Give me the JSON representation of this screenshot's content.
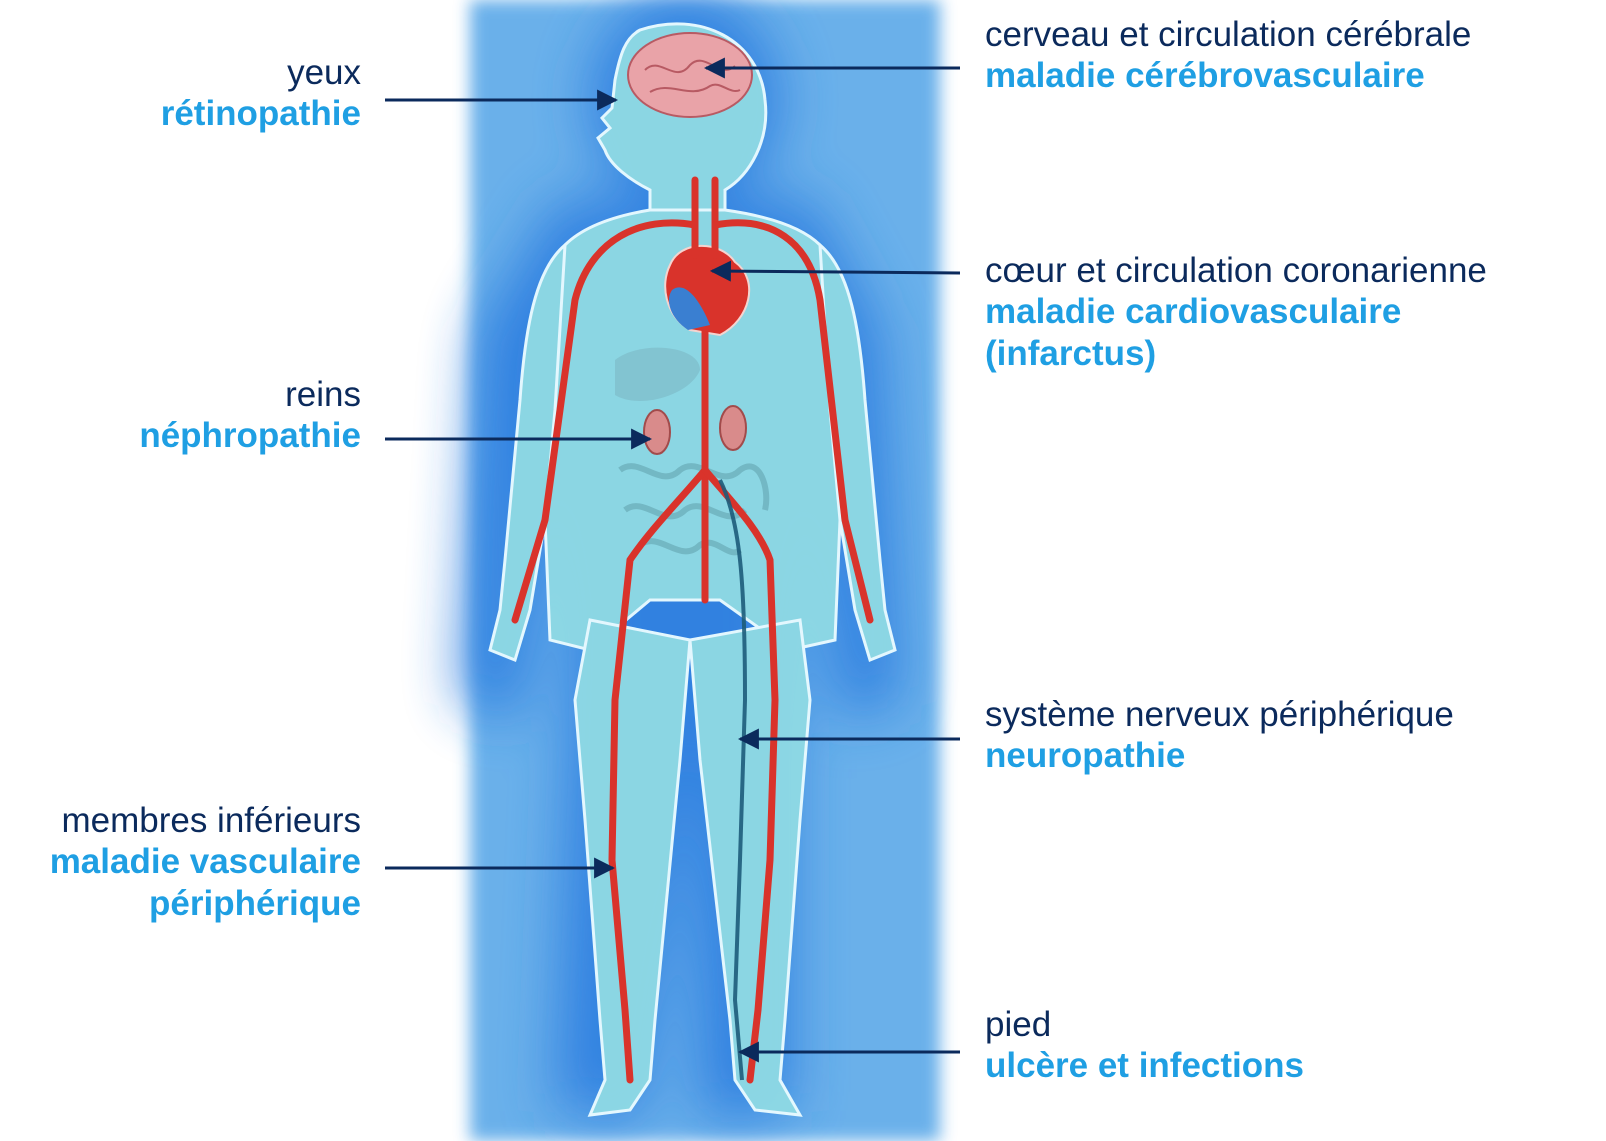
{
  "colors": {
    "organ_text": "#0b2a5c",
    "disease_text": "#1f9fe3",
    "arrow": "#0b2a5c",
    "glow": "#2f8fe0",
    "body_fill": "#8ed9e4",
    "artery": "#d9332b",
    "nerve": "#1d5c7a"
  },
  "labels": {
    "eyes": {
      "organ": "yeux",
      "disease": "rétinopathie"
    },
    "kidneys": {
      "organ": "reins",
      "disease": "néphropathie"
    },
    "limbs": {
      "organ": "membres inférieurs",
      "disease_line1": "maladie vasculaire",
      "disease_line2": "périphérique"
    },
    "brain": {
      "organ": "cerveau et circulation cérébrale",
      "disease": "maladie cérébrovasculaire"
    },
    "heart": {
      "organ": "cœur et circulation coronarienne",
      "disease_line1": "maladie cardiovasculaire",
      "disease_line2": "(infarctus)"
    },
    "nerves": {
      "organ": "système nerveux périphérique",
      "disease": "neuropathie"
    },
    "foot": {
      "organ": "pied",
      "disease": "ulcère et infections"
    }
  },
  "illustration": {
    "subject": "human-body-circulatory-system",
    "icon": "human-body-anatomy-icon"
  }
}
